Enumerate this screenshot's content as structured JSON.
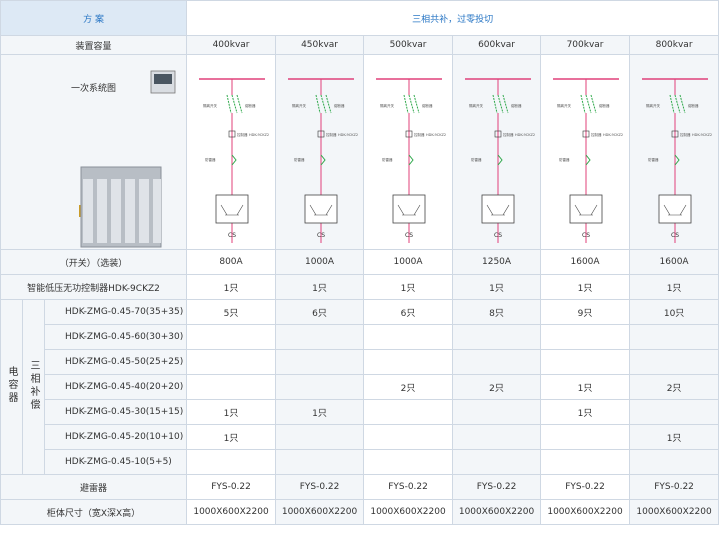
{
  "header": {
    "scheme_label": "方  案",
    "scheme_title": "三相共补，过零投切"
  },
  "capacity_label": "装置容量",
  "capacities": [
    "400kvar",
    "450kvar",
    "500kvar",
    "600kvar",
    "700kvar",
    "800kvar"
  ],
  "system_label": "一次系统图",
  "diagram_text": {
    "cs": "CS",
    "model": "HDK-9CKZ2",
    "left_tag": "隔离开关",
    "right_tag": "熔断器",
    "mid_tag": "控制器",
    "arrester": "防雷器"
  },
  "switch_label": "（开关）（选装）",
  "switches": [
    "800A",
    "1000A",
    "1000A",
    "1250A",
    "1600A",
    "1600A"
  ],
  "controller_label": "智能低压无功控制器HDK-9CKZ2",
  "controllers": [
    "1只",
    "1只",
    "1只",
    "1只",
    "1只",
    "1只"
  ],
  "capacitor_group": {
    "outer": "电容器",
    "inner": "三相补偿"
  },
  "capacitors": [
    {
      "model": "HDK-ZMG-0.45-70(35+35)",
      "values": [
        "5只",
        "6只",
        "6只",
        "8只",
        "9只",
        "10只"
      ]
    },
    {
      "model": "HDK-ZMG-0.45-60(30+30)",
      "values": [
        "",
        "",
        "",
        "",
        "",
        ""
      ]
    },
    {
      "model": "HDK-ZMG-0.45-50(25+25)",
      "values": [
        "",
        "",
        "",
        "",
        "",
        ""
      ]
    },
    {
      "model": "HDK-ZMG-0.45-40(20+20)",
      "values": [
        "",
        "",
        "2只",
        "2只",
        "1只",
        "2只"
      ]
    },
    {
      "model": "HDK-ZMG-0.45-30(15+15)",
      "values": [
        "1只",
        "1只",
        "",
        "",
        "1只",
        ""
      ]
    },
    {
      "model": "HDK-ZMG-0.45-20(10+10)",
      "values": [
        "1只",
        "",
        "",
        "",
        "",
        "1只"
      ]
    },
    {
      "model": "HDK-ZMG-0.45-10(5+5)",
      "values": [
        "",
        "",
        "",
        "",
        "",
        ""
      ]
    }
  ],
  "arrester_label": "避雷器",
  "arresters": [
    "FYS-0.22",
    "FYS-0.22",
    "FYS-0.22",
    "FYS-0.22",
    "FYS-0.22",
    "FYS-0.22"
  ],
  "cabinet_label": "柜体尺寸（宽X深X高）",
  "cabinets": [
    "1000X600X2200",
    "1000X600X2200",
    "1000X600X2200",
    "1000X600X2200",
    "1000X600X2200",
    "1000X600X2200"
  ],
  "colors": {
    "header_bg": "#dde9f5",
    "header_text": "#2a77c5",
    "busbar": "#e0407a",
    "breaker": "#2ea84a",
    "border": "#cfd8e3"
  }
}
